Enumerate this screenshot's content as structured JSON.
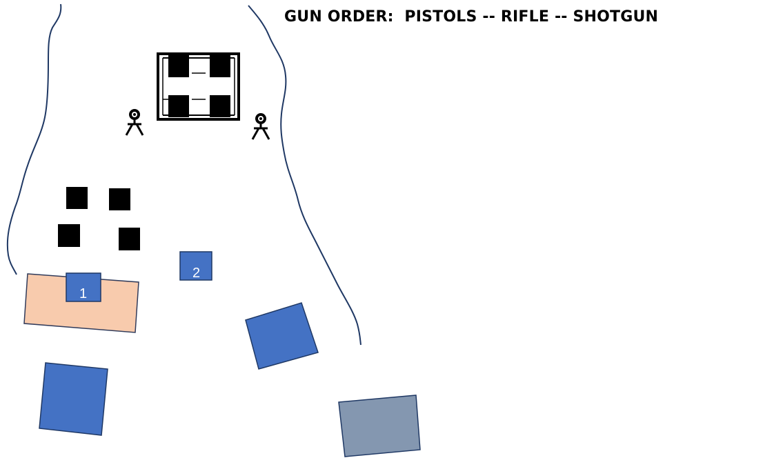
{
  "stage": {
    "title": "GUN ORDER:  PISTOLS -- RIFLE -- SHOTGUN"
  },
  "colors": {
    "boundary_line": "#1f3864",
    "position_box": "#4472c4",
    "position_box_border": "#1f3864",
    "start_area": "#f8cbad",
    "start_area_border": "#2f3a5a",
    "gray_box": "#8497b0",
    "target": "#000000",
    "label_text": "#ffffff"
  },
  "markers": {
    "position_1": "1",
    "position_2": "2"
  },
  "icons": {
    "steel_target": "silhouette-stand-target-icon",
    "paper_target": "square-target-icon"
  }
}
